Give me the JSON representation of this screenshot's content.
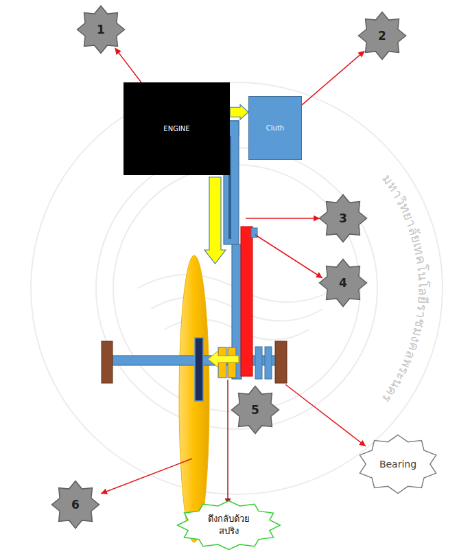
{
  "diagram": {
    "nodes": [
      {
        "text": [
          "1"
        ]
      },
      {
        "text": [
          "2"
        ]
      },
      {
        "text": [
          "ENGINE"
        ]
      },
      {
        "text": [
          "Cluth"
        ]
      },
      {
        "text": [
          "3"
        ]
      },
      {
        "text": [
          "4"
        ]
      },
      {
        "text": [
          "5"
        ]
      },
      {
        "text": [
          "Bearing"
        ]
      },
      {
        "text": [
          "6"
        ]
      },
      {
        "text": [
          "ดึงกลับด้วย สปริง"
        ]
      }
    ],
    "edges": [
      {
        "from": 2,
        "to": 3,
        "arrow": "to"
      },
      {
        "from": 2,
        "to": 0,
        "arrow": "to"
      },
      {
        "from": 3,
        "to": 1,
        "arrow": "to"
      }
    ],
    "labels": [
      "มหาวิทยาลัยเทคโนโลยีราชมงคลพระนคร"
    ]
  }
}
